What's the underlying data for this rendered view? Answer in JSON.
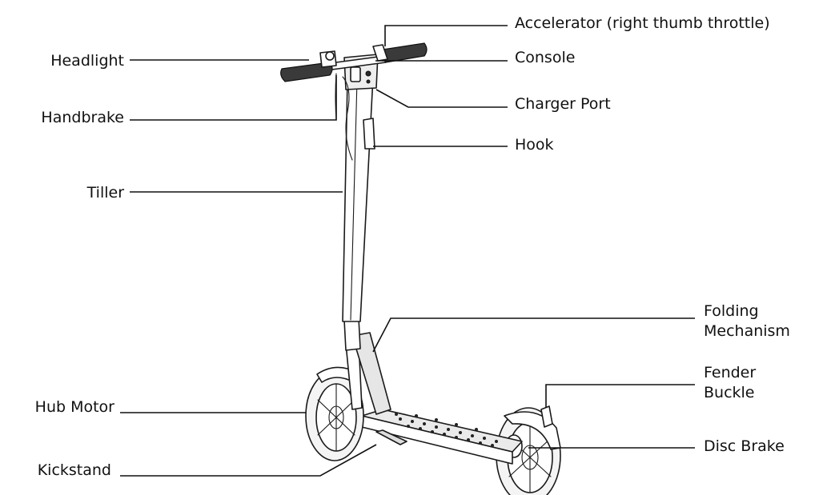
{
  "labels": {
    "accelerator": "Accelerator (right thumb throttle)",
    "console": "Console",
    "charger_port": "Charger Port",
    "hook": "Hook",
    "headlight": "Headlight",
    "handbrake": "Handbrake",
    "tiller": "Tiller",
    "folding_line1": "Folding",
    "folding_line2": "Mechanism",
    "fender_line1": "Fender",
    "fender_line2": "Buckle",
    "disc_brake": "Disc Brake",
    "hub_motor": "Hub Motor",
    "kickstand": "Kickstand"
  }
}
